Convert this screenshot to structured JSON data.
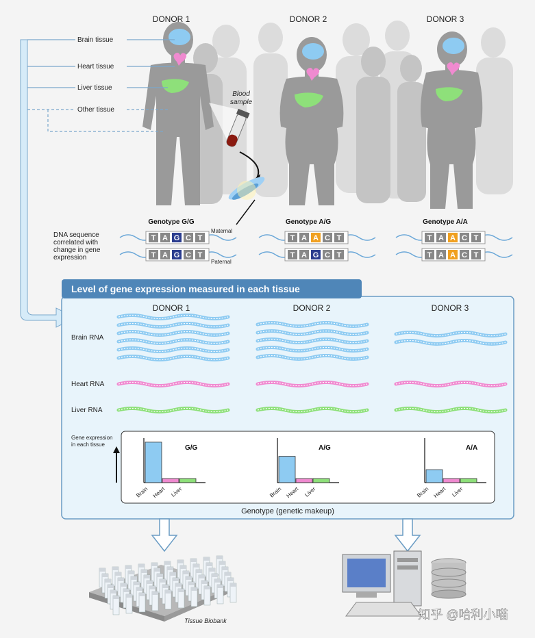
{
  "donors": [
    "DONOR 1",
    "DONOR 2",
    "DONOR 3"
  ],
  "tissue_labels": [
    "Brain tissue",
    "Heart tissue",
    "Liver tissue",
    "Other tissue"
  ],
  "blood_sample": [
    "Blood",
    "sample"
  ],
  "dna_note": [
    "DNA sequence",
    "correlated with",
    "change in gene",
    "expression"
  ],
  "allele_labels": {
    "maternal": "Maternal",
    "paternal": "Paternal"
  },
  "genotypes": [
    {
      "label": "Genotype G/G",
      "maternal": [
        "T",
        "A",
        "G",
        "C",
        "T"
      ],
      "paternal": [
        "T",
        "A",
        "G",
        "C",
        "T"
      ]
    },
    {
      "label": "Genotype A/G",
      "maternal": [
        "T",
        "A",
        "A",
        "C",
        "T"
      ],
      "paternal": [
        "T",
        "A",
        "G",
        "C",
        "T"
      ]
    },
    {
      "label": "Genotype A/A",
      "maternal": [
        "T",
        "A",
        "A",
        "C",
        "T"
      ],
      "paternal": [
        "T",
        "A",
        "A",
        "C",
        "T"
      ]
    }
  ],
  "panel": {
    "title": "Level of gene expression measured in each tissue",
    "rna_rows": [
      "Brain RNA",
      "Heart RNA",
      "Liver RNA"
    ],
    "brain_strand_counts": [
      6,
      5,
      2
    ],
    "y_axis_label": [
      "Gene expression",
      "in each tissue"
    ],
    "x_caption": "Genotype (genetic makeup)"
  },
  "chart_data": [
    {
      "type": "bar",
      "title": "G/G",
      "categories": [
        "Brain",
        "Heart",
        "Liver"
      ],
      "values": [
        1.0,
        0.1,
        0.1
      ],
      "ylim": [
        0,
        1.1
      ]
    },
    {
      "type": "bar",
      "title": "A/G",
      "categories": [
        "Brain",
        "Heart",
        "Liver"
      ],
      "values": [
        0.65,
        0.1,
        0.1
      ],
      "ylim": [
        0,
        1.1
      ]
    },
    {
      "type": "bar",
      "title": "A/A",
      "categories": [
        "Brain",
        "Heart",
        "Liver"
      ],
      "values": [
        0.32,
        0.1,
        0.1
      ],
      "ylim": [
        0,
        1.1
      ]
    }
  ],
  "biobank_label": "Tissue Biobank",
  "watermark": "知乎 @哈利小喵",
  "colors": {
    "brain": "#8ecbf2",
    "heart": "#f08ad0",
    "liver": "#8ee07a",
    "panel": "#e8f4fb",
    "header": "#4f86b8",
    "allele_A": "#f0a020",
    "allele_G": "#2b3d8f",
    "base": "#888888"
  }
}
